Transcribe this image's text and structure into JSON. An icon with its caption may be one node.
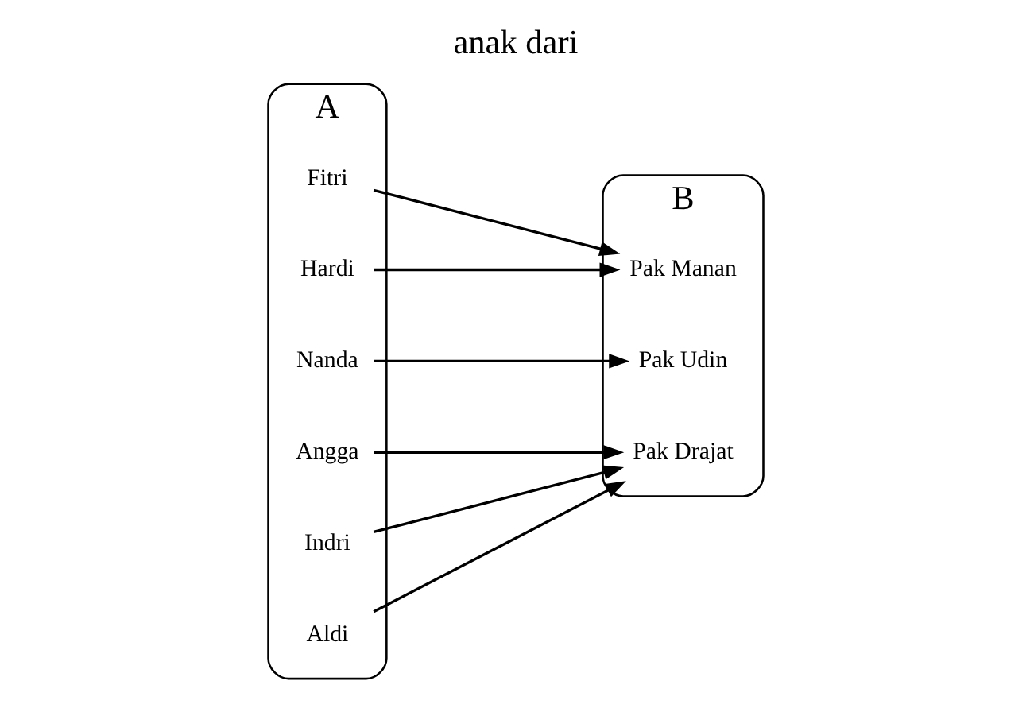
{
  "diagram": {
    "title": "anak dari",
    "nodes": [
      {
        "text": [
          "A"
        ]
      },
      {
        "text": [
          "Fitri"
        ],
        "in": 0
      },
      {
        "text": [
          "Hardi"
        ],
        "in": 0
      },
      {
        "text": [
          "Nanda"
        ],
        "in": 0
      },
      {
        "text": [
          "Angga"
        ],
        "in": 0
      },
      {
        "text": [
          "Indri"
        ],
        "in": 0
      },
      {
        "text": [
          "Aldi"
        ],
        "in": 0
      },
      {
        "text": [
          "B"
        ]
      },
      {
        "text": [
          "Pak Manan"
        ],
        "in": 7
      },
      {
        "text": [
          "Pak Udin"
        ],
        "in": 7
      },
      {
        "text": [
          "Pak Drajat"
        ],
        "in": 7
      }
    ],
    "edges": [
      {
        "from": 1,
        "to": 8,
        "arrow": "to"
      },
      {
        "from": 2,
        "to": 8,
        "arrow": "to"
      },
      {
        "from": 3,
        "to": 9,
        "arrow": "to"
      },
      {
        "from": 4,
        "to": 10,
        "arrow": "to"
      },
      {
        "from": 5,
        "to": 10,
        "arrow": "to"
      },
      {
        "from": 6,
        "to": 10,
        "arrow": "to"
      }
    ]
  }
}
